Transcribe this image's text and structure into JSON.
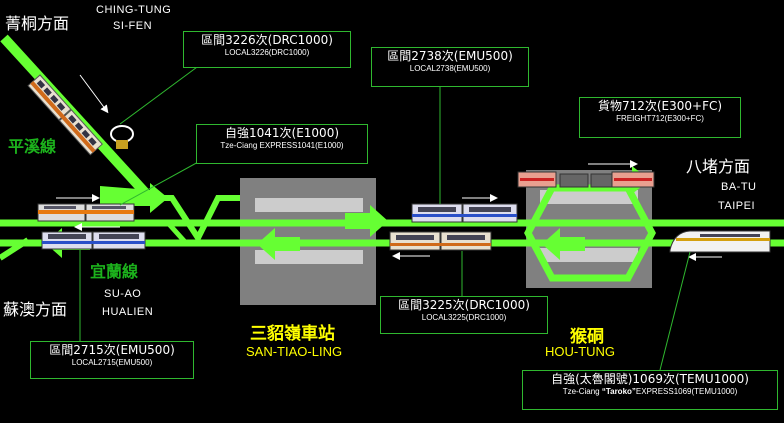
{
  "colors": {
    "track": "#66ff33",
    "line_dark": "#1cb21c",
    "box_border": "#2fb82f",
    "station_name": "#ffff00",
    "platform": "#808080",
    "platform_marking": "#cccccc"
  },
  "directions": {
    "ching_tung_zh": "菁桐方面",
    "ching_tung_en1": "CHING-TUNG",
    "ching_tung_en2": "SI-FEN",
    "badu_zh": "八堵方面",
    "badu_en1": "BA-TU",
    "badu_en2": "TAIPEI",
    "suao_zh": "蘇澳方面",
    "suao_en1": "SU-AO",
    "suao_en2": "HUALIEN"
  },
  "lines": {
    "pingxi": "平溪線",
    "yilan": "宜蘭線"
  },
  "stations": {
    "santiaoling_zh": "三貂嶺車站",
    "santiaoling_en": "SAN-TIAO-LING",
    "houtong_zh": "猴硐",
    "houtong_en": "HOU-TUNG"
  },
  "trains": {
    "local3226_zh": "區間3226次(DRC1000)",
    "local3226_en": "LOCAL3226(DRC1000)",
    "local2738_zh": "區間2738次(EMU500)",
    "local2738_en": "LOCAL2738(EMU500)",
    "freight712_zh": "貨物712次(E300+FC)",
    "freight712_en": "FREIGHT712(E300+FC)",
    "express1041_zh": "自強1041次(E1000)",
    "express1041_en": "Tze-Ciang EXPRESS1041(E1000)",
    "local3225_zh": "區間3225次(DRC1000)",
    "local3225_en": "LOCAL3225(DRC1000)",
    "local2715_zh": "區間2715次(EMU500)",
    "local2715_en": "LOCAL2715(EMU500)",
    "taroko1069_zh": "自強(太魯閣號)1069次(TEMU1000)",
    "taroko1069_en_a": "Tze-Ciang ",
    "taroko1069_en_b": "“Taroko”",
    "taroko1069_en_c": "EXPRESS1069(TEMU1000)"
  }
}
